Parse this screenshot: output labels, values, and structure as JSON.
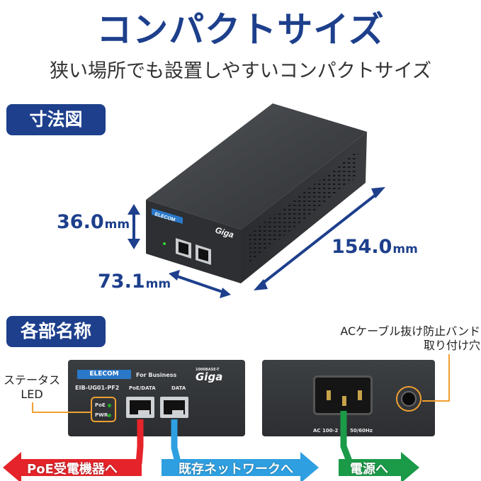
{
  "header": {
    "title": "コンパクトサイズ",
    "subtitle": "狭い場所でも設置しやすいコンパクトサイズ"
  },
  "sections": {
    "dimensions_label": "寸法図",
    "parts_label": "各部名称"
  },
  "dimensions": {
    "height": {
      "value": "36.0",
      "unit": "mm"
    },
    "width": {
      "value": "73.1",
      "unit": "mm"
    },
    "depth": {
      "value": "154.0",
      "unit": "mm"
    }
  },
  "device": {
    "brand": "ELECOM",
    "line": "For Business",
    "model": "EIB-UG01-PF2",
    "logo": "Giga",
    "logo_sub": "1000BASE-T",
    "port1_label": "PoE/DATA",
    "port2_label": "DATA",
    "led1": "PoE",
    "led2": "PWR",
    "ac_rating": "AC 100-2",
    "ac_freq": "50/60Hz"
  },
  "callouts": {
    "status_led_line1": "ステータス",
    "status_led_line2": "LED",
    "ac_band_line1": "ACケーブル抜け防止バンド",
    "ac_band_line2": "取り付け穴"
  },
  "arrows": {
    "poe": "PoE受電機器へ",
    "network": "既存ネットワークへ",
    "power": "電源へ"
  },
  "colors": {
    "brand_blue": "#1d3f8c",
    "accent_orange": "#f0a030",
    "arrow_red": "#e4242a",
    "arrow_blue": "#2e9fe0",
    "arrow_green": "#1b9a48"
  }
}
